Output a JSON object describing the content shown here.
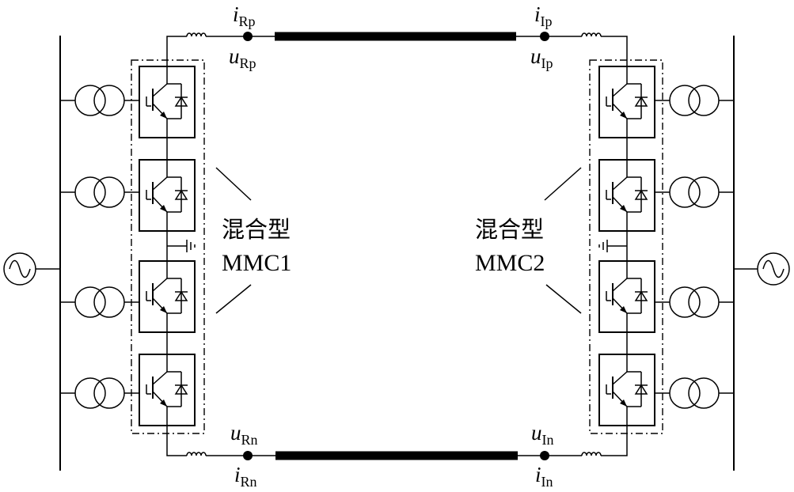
{
  "labels": {
    "i_rp": {
      "var": "i",
      "sub": "Rp"
    },
    "u_rp": {
      "var": "u",
      "sub": "Rp"
    },
    "i_ip": {
      "var": "i",
      "sub": "Ip"
    },
    "u_ip": {
      "var": "u",
      "sub": "Ip"
    },
    "u_rn": {
      "var": "u",
      "sub": "Rn"
    },
    "i_rn": {
      "var": "i",
      "sub": "Rn"
    },
    "u_in": {
      "var": "u",
      "sub": "In"
    },
    "i_in": {
      "var": "i",
      "sub": "In"
    }
  },
  "converters": {
    "left": {
      "line1": "混合型",
      "line2": "MMC1"
    },
    "right": {
      "line1": "混合型",
      "line2": "MMC2"
    }
  },
  "icons": {
    "ac_source": "ac-source-icon",
    "transformer": "transformer-icon",
    "igbt": "igbt-submodule-icon",
    "ground": "ground-icon",
    "inductor": "inductor-icon"
  }
}
